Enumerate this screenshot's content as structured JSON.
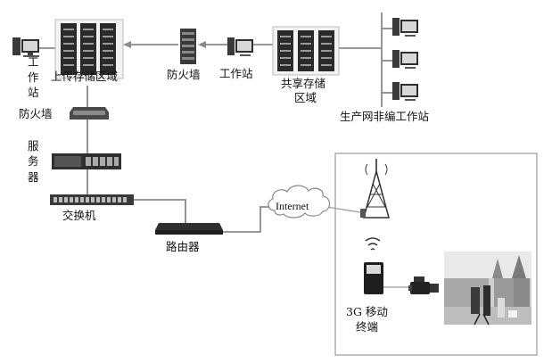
{
  "labels": {
    "ws_left_1": "工",
    "ws_left_2": "作",
    "ws_left_3": "站",
    "upload_storage": "上传存储区域",
    "firewall_top": "防火墙",
    "workstation_top": "工作站",
    "shared_storage_1": "共享存储",
    "shared_storage_2": "区域",
    "production_ws": "生产网非编工作站",
    "firewall_left": "防火墙",
    "server_1": "服",
    "server_2": "务",
    "server_3": "器",
    "switch": "交换机",
    "router": "路由器",
    "internet": "Internet",
    "mobile_1": "3G 移动",
    "mobile_2": "终端"
  },
  "colors": {
    "device_dark": "#2b2b2b",
    "device_mid": "#6b6b6b",
    "line": "#8a8a8a",
    "frame": "#9a9a9a"
  },
  "icons": [
    "workstation-icon",
    "server-rack-icon",
    "firewall-icon",
    "server-icon",
    "switch-icon",
    "router-icon",
    "cloud-icon",
    "antenna-tower-icon",
    "mobile-terminal-icon",
    "camera-icon",
    "photo-icon"
  ]
}
